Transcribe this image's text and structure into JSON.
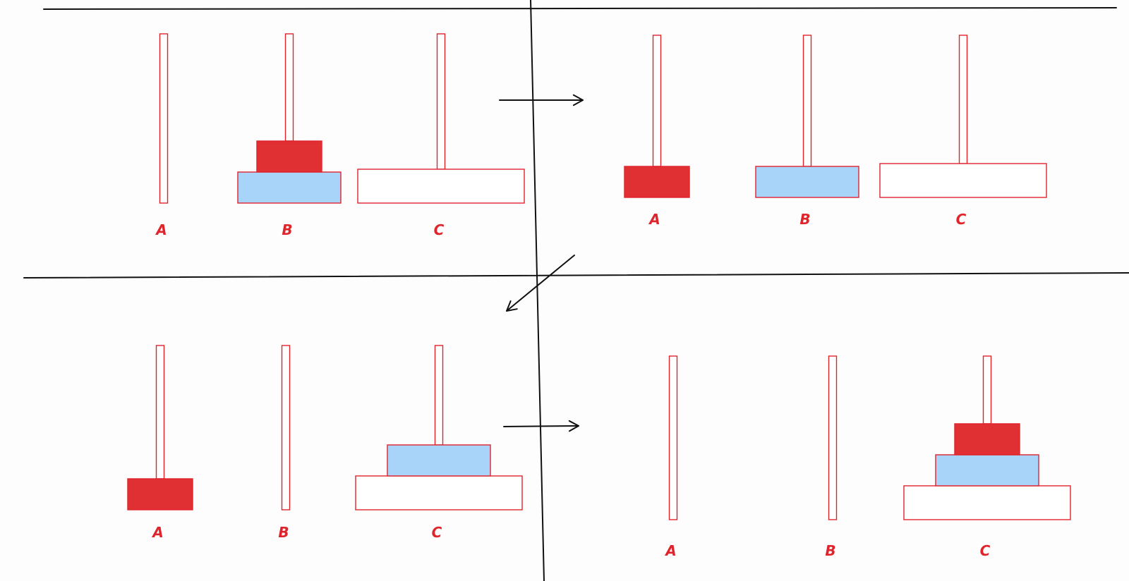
{
  "colors": {
    "outline": "#e0242c",
    "small_disk": "#e03034",
    "medium_disk": "#a8d4fa",
    "large_disk": "#ffffff",
    "line": "#111111",
    "label": "#e0242c"
  },
  "disks": {
    "small": "small-disk",
    "medium": "medium-disk",
    "large": "large-disk"
  },
  "states": [
    {
      "id": "state-1",
      "pegs": [
        {
          "label": "A",
          "disks": []
        },
        {
          "label": "B",
          "disks": [
            "medium",
            "small"
          ]
        },
        {
          "label": "C",
          "disks": [
            "large"
          ]
        }
      ]
    },
    {
      "id": "state-2",
      "pegs": [
        {
          "label": "A",
          "disks": [
            "small"
          ]
        },
        {
          "label": "B",
          "disks": [
            "medium"
          ]
        },
        {
          "label": "C",
          "disks": [
            "large"
          ]
        }
      ]
    },
    {
      "id": "state-3",
      "pegs": [
        {
          "label": "A",
          "disks": [
            "small"
          ]
        },
        {
          "label": "B",
          "disks": []
        },
        {
          "label": "C",
          "disks": [
            "large",
            "medium"
          ]
        }
      ]
    },
    {
      "id": "state-4",
      "pegs": [
        {
          "label": "A",
          "disks": []
        },
        {
          "label": "B",
          "disks": []
        },
        {
          "label": "C",
          "disks": [
            "large",
            "medium",
            "small"
          ]
        }
      ]
    }
  ],
  "transitions": [
    {
      "from": "state-1",
      "to": "state-2",
      "icon": "arrow-right-icon"
    },
    {
      "from": "state-2",
      "to": "state-3",
      "icon": "arrow-down-left-icon"
    },
    {
      "from": "state-3",
      "to": "state-4",
      "icon": "arrow-right-icon"
    }
  ]
}
